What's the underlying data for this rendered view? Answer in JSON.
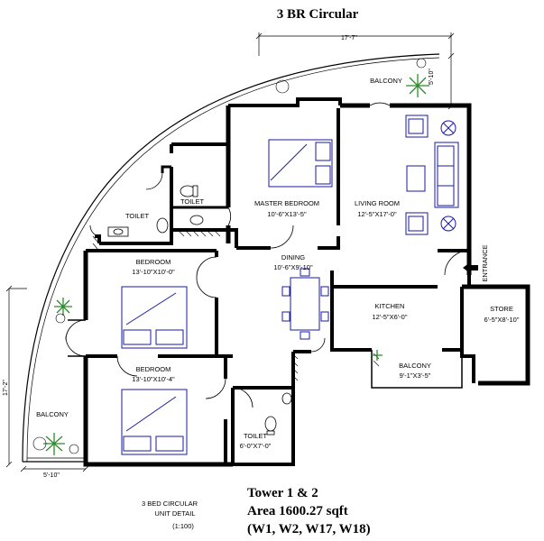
{
  "title": "3 BR Circular",
  "rooms": {
    "balcony_top": "BALCONY",
    "master_bedroom": "MASTER BEDROOM",
    "master_bedroom_dim": "10'-6\"X13'-5\"",
    "living_room": "LIVING ROOM",
    "living_room_dim": "12'-5\"X17'-0\"",
    "toilet_1": "TOILET",
    "toilet_2": "TOILET",
    "bedroom_1": "BEDROOM",
    "bedroom_1_dim": "13'-10\"X10'-0\"",
    "dining": "DINING",
    "dining_dim": "10'-6\"X9'-10\"",
    "kitchen": "KITCHEN",
    "kitchen_dim": "12'-5\"X6'-0\"",
    "store": "STORE",
    "store_dim": "6'-5\"X8'-10\"",
    "balcony_kitchen": "BALCONY",
    "balcony_kitchen_dim": "9'-1\"X3'-5\"",
    "bedroom_2": "BEDROOM",
    "bedroom_2_dim": "13'-10\"X10'-4\"",
    "toilet_3": "TOILET",
    "toilet_3_dim": "6'-0\"X7'-0\"",
    "balcony_left": "BALCONY",
    "entrance": "ENTRANCE"
  },
  "dimensions": {
    "top_width": "17'-7\"",
    "top_right_depth": "5'-10\"",
    "left_height": "17'-2\"",
    "bottom_left_width": "5'-10\""
  },
  "caption": {
    "line1": "3 BED CIRCULAR",
    "line2": "UNIT DETAIL",
    "scale": "(1:100)"
  },
  "info": {
    "line1": "Tower 1 & 2",
    "line2": "Area 1600.27 sqft",
    "line3": "(W1, W2, W17, W18)"
  },
  "colors": {
    "wall": "#000000",
    "furniture": "#1a1aa6",
    "plant": "#2e8b2e",
    "wall_fill": "#ffffff"
  }
}
